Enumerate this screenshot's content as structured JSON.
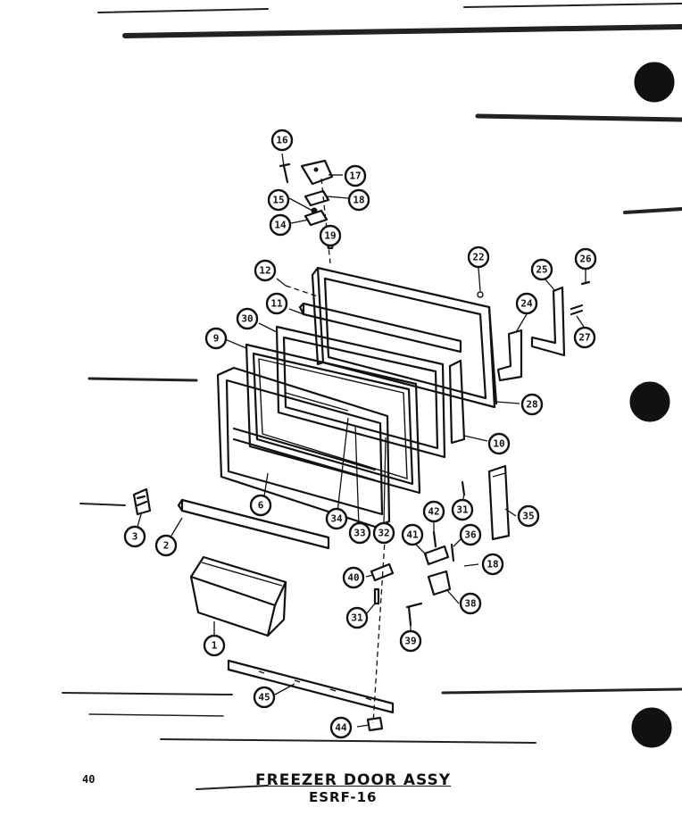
{
  "page_number": "40",
  "title": "FREEZER DOOR ASSY",
  "model": "ESRF-16",
  "callouts": [
    "16",
    "17",
    "18",
    "15",
    "14",
    "19",
    "12",
    "22",
    "25",
    "26",
    "11",
    "24",
    "30",
    "27",
    "9",
    "28",
    "10",
    "6",
    "31",
    "35",
    "34",
    "33",
    "32",
    "42",
    "3",
    "2",
    "41",
    "36",
    "18",
    "40",
    "38",
    "31",
    "1",
    "39",
    "45",
    "44"
  ]
}
